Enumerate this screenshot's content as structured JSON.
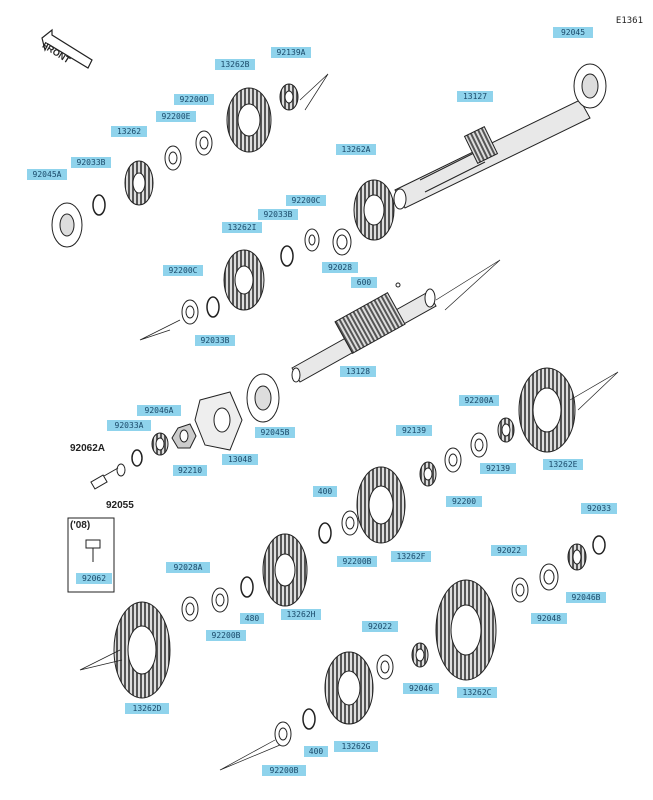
{
  "diagram": {
    "code": "E1361",
    "front_label": "FRONT",
    "note": "('08)",
    "parts": [
      {
        "id": "p01",
        "label": "92045"
      },
      {
        "id": "p02",
        "label": "92139A"
      },
      {
        "id": "p03",
        "label": "13262B"
      },
      {
        "id": "p04",
        "label": "92200D"
      },
      {
        "id": "p05",
        "label": "92200E"
      },
      {
        "id": "p06",
        "label": "13262"
      },
      {
        "id": "p07",
        "label": "92033B"
      },
      {
        "id": "p08",
        "label": "92045A"
      },
      {
        "id": "p09",
        "label": "13127"
      },
      {
        "id": "p10",
        "label": "13262A"
      },
      {
        "id": "p11",
        "label": "92200C"
      },
      {
        "id": "p12",
        "label": "92033B"
      },
      {
        "id": "p13",
        "label": "13262I"
      },
      {
        "id": "p14",
        "label": "92028"
      },
      {
        "id": "p15",
        "label": "92200C"
      },
      {
        "id": "p16",
        "label": "600"
      },
      {
        "id": "p17",
        "label": "92033B"
      },
      {
        "id": "p18",
        "label": "13128"
      },
      {
        "id": "p19",
        "label": "92046A"
      },
      {
        "id": "p20",
        "label": "92033A"
      },
      {
        "id": "p21",
        "label": "92045B"
      },
      {
        "id": "p22",
        "label": "92210"
      },
      {
        "id": "p23",
        "label": "13048"
      },
      {
        "id": "p24",
        "label": "92200A"
      },
      {
        "id": "p25",
        "label": "92139"
      },
      {
        "id": "p26",
        "label": "92139"
      },
      {
        "id": "p27",
        "label": "13262E"
      },
      {
        "id": "p28",
        "label": "92200"
      },
      {
        "id": "p29",
        "label": "400"
      },
      {
        "id": "p30",
        "label": "92200B"
      },
      {
        "id": "p31",
        "label": "13262F"
      },
      {
        "id": "p32",
        "label": "92033"
      },
      {
        "id": "p33",
        "label": "92022"
      },
      {
        "id": "p34",
        "label": "92046B"
      },
      {
        "id": "p35",
        "label": "92048"
      },
      {
        "id": "p36",
        "label": "92062"
      },
      {
        "id": "p37",
        "label": "92028A"
      },
      {
        "id": "p38",
        "label": "92200B"
      },
      {
        "id": "p39",
        "label": "480"
      },
      {
        "id": "p40",
        "label": "13262H"
      },
      {
        "id": "p41",
        "label": "92022"
      },
      {
        "id": "p42",
        "label": "92046"
      },
      {
        "id": "p43",
        "label": "13262C"
      },
      {
        "id": "p44",
        "label": "13262D"
      },
      {
        "id": "p45",
        "label": "13262G"
      },
      {
        "id": "p46",
        "label": "400"
      },
      {
        "id": "p47",
        "label": "92200B"
      }
    ],
    "plain_parts": [
      {
        "id": "q1",
        "label": "92062A"
      },
      {
        "id": "q2",
        "label": "92055"
      }
    ]
  }
}
